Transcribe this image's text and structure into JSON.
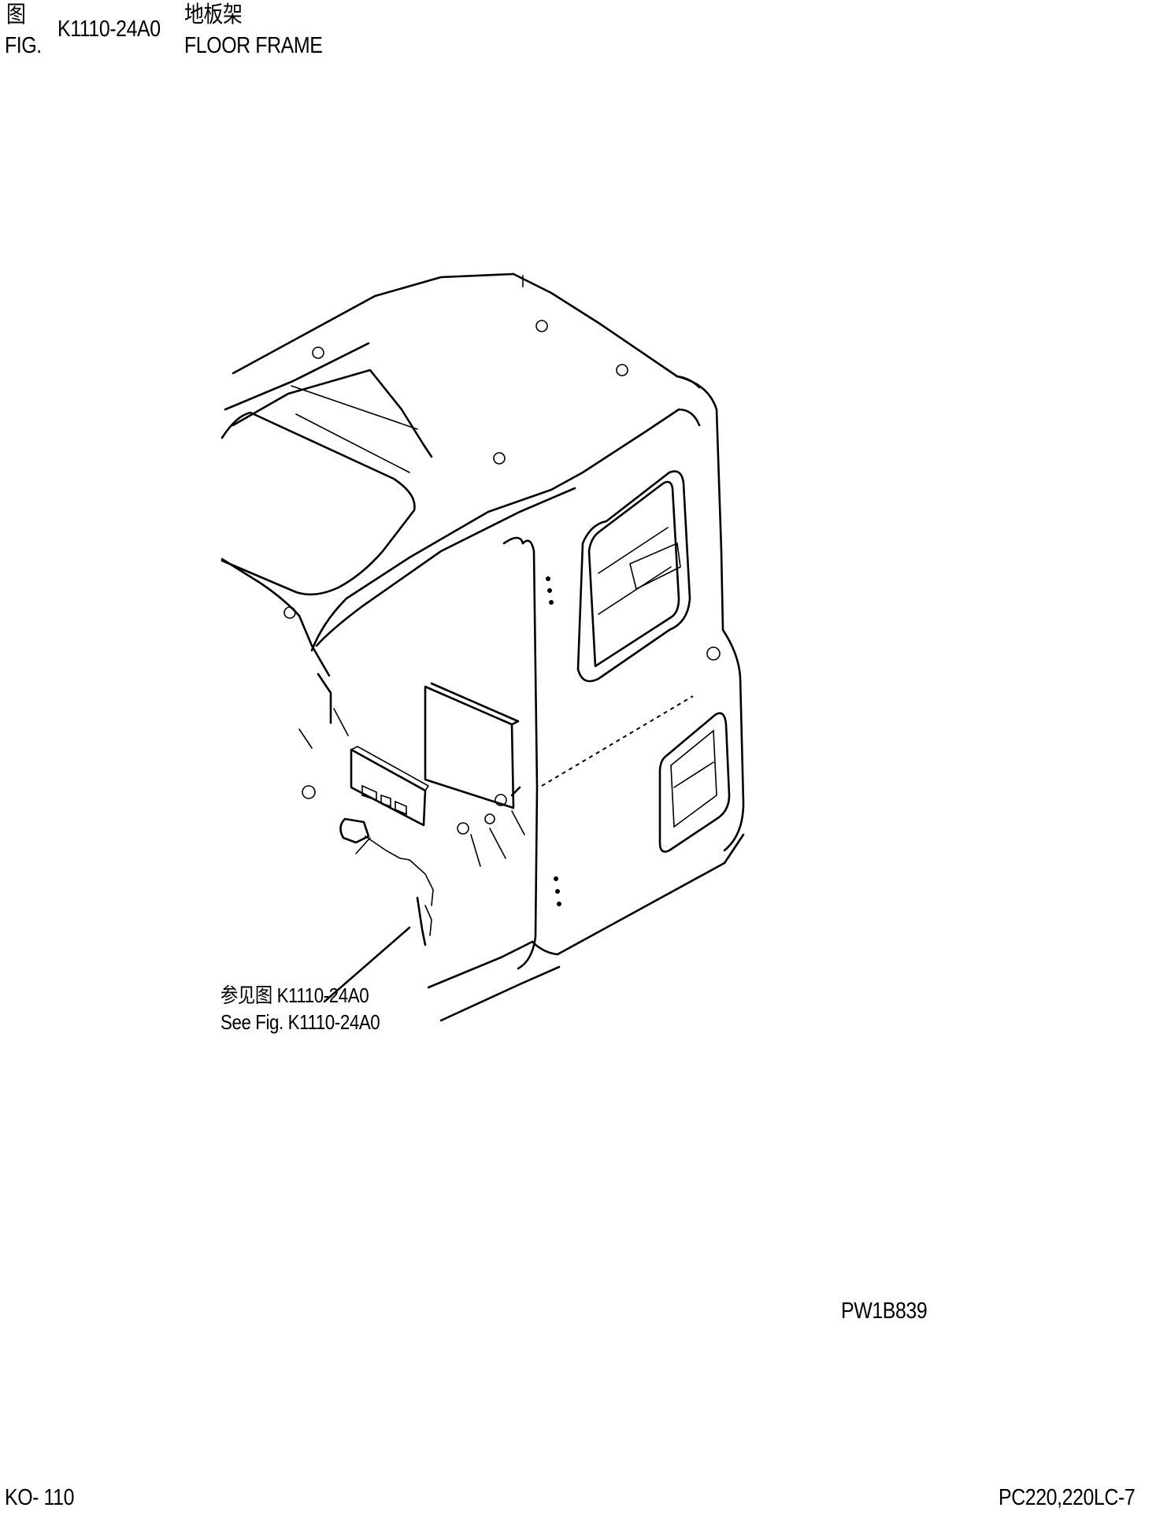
{
  "header": {
    "fig_cn": "图",
    "fig_en": "FIG.",
    "fig_number": "K1110-24A0",
    "title_cn": "地板架",
    "title_en": "FLOOR FRAME"
  },
  "reference": {
    "line_cn": "参见图 K1110-24A0",
    "line_en": "See Fig. K1110-24A0"
  },
  "illustration_code": "PW1B839",
  "footer": {
    "page": "KO- 110",
    "model": "PC220,220LC-7"
  }
}
